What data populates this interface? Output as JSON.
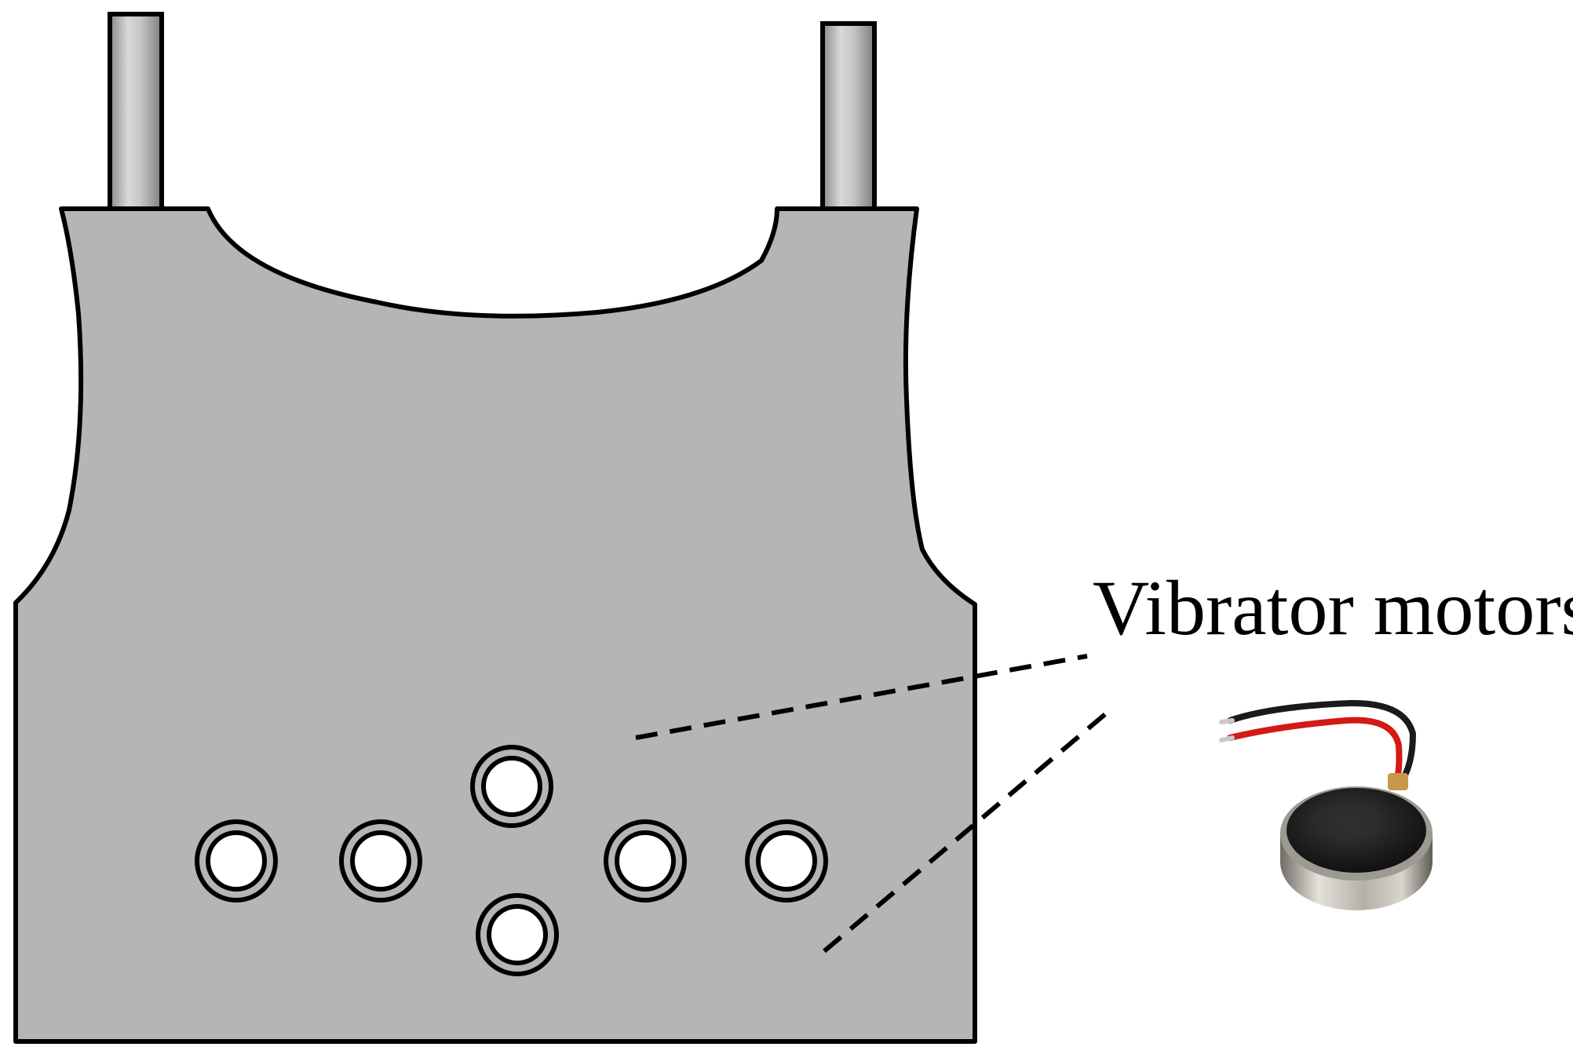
{
  "annotation": {
    "label": "Vibrator motors"
  },
  "illustration": {
    "subject": "vest",
    "motor_count": 6,
    "colors": {
      "vest_fill": "#b5b5b5",
      "outline": "#000000",
      "background": "#ffffff",
      "motor_ring": "#b5b5b5",
      "motor_center": "#ffffff",
      "photo_wire_red": "#d31a14",
      "photo_wire_black": "#1a1a1a",
      "photo_motor_top": "#1c1c1c",
      "photo_motor_rim": "#b9b6ad"
    }
  },
  "icons": [
    "vest-outline",
    "vibrator-motor-symbol",
    "coin-vibration-motor-photo"
  ]
}
